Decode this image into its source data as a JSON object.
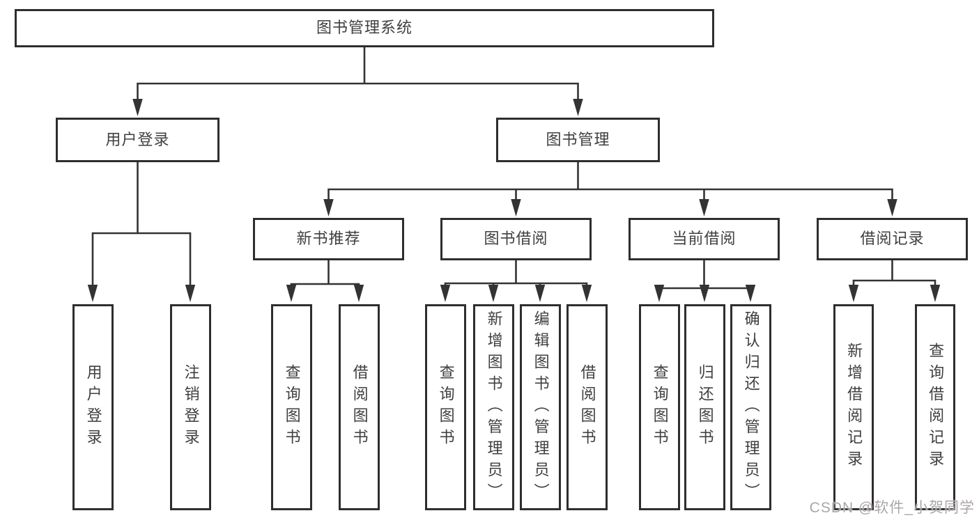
{
  "diagram": {
    "root": {
      "label": "图书管理系统"
    },
    "branches": [
      {
        "label": "用户登录",
        "children": [
          {
            "label": "用户登录"
          },
          {
            "label": "注销登录"
          }
        ]
      },
      {
        "label": "图书管理",
        "children": [
          {
            "label": "新书推荐",
            "children": [
              {
                "label": "查询图书"
              },
              {
                "label": "借阅图书"
              }
            ]
          },
          {
            "label": "图书借阅",
            "children": [
              {
                "label": "查询图书"
              },
              {
                "label": "新增图书（管理员）"
              },
              {
                "label": "编辑图书（管理员）"
              },
              {
                "label": "借阅图书"
              }
            ]
          },
          {
            "label": "当前借阅",
            "children": [
              {
                "label": "查询图书"
              },
              {
                "label": "归还图书"
              },
              {
                "label": "确认归还（管理员）"
              }
            ]
          },
          {
            "label": "借阅记录",
            "children": [
              {
                "label": "新增借阅记录"
              },
              {
                "label": "查询借阅记录"
              }
            ]
          }
        ]
      }
    ]
  },
  "watermark": {
    "text": "CSDN @软件_小贺同学"
  },
  "colors": {
    "line": "#333333",
    "box_border": "#2e2e2e",
    "text": "#3f3f3f",
    "watermark": "#a6a1a3",
    "background": "#ffffff"
  }
}
